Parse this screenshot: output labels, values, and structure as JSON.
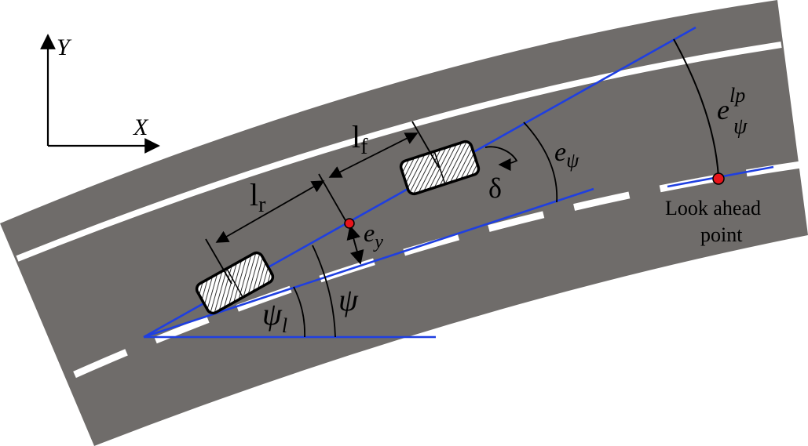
{
  "axes": {
    "x_label": "X",
    "y_label": "Y"
  },
  "labels": {
    "l_r": "l",
    "l_r_sub": "r",
    "l_f": "l",
    "l_f_sub": "f",
    "delta": "δ",
    "e_psi": "e",
    "e_psi_sub": "ψ",
    "e_y": "e",
    "e_y_sub": "y",
    "psi": "ψ",
    "psi_l": "ψ",
    "psi_l_sub": "l",
    "e_psi_lp": "e",
    "e_psi_lp_sub": "ψ",
    "e_psi_lp_sup": "lp",
    "look_ahead_line1": "Look ahead",
    "look_ahead_line2": "point"
  },
  "colors": {
    "road": "#6f6c6a",
    "lane_marking": "#ffffff",
    "reference_lines": "#1f3fe0",
    "point_marker": "#e8141a",
    "ink": "#000000"
  }
}
